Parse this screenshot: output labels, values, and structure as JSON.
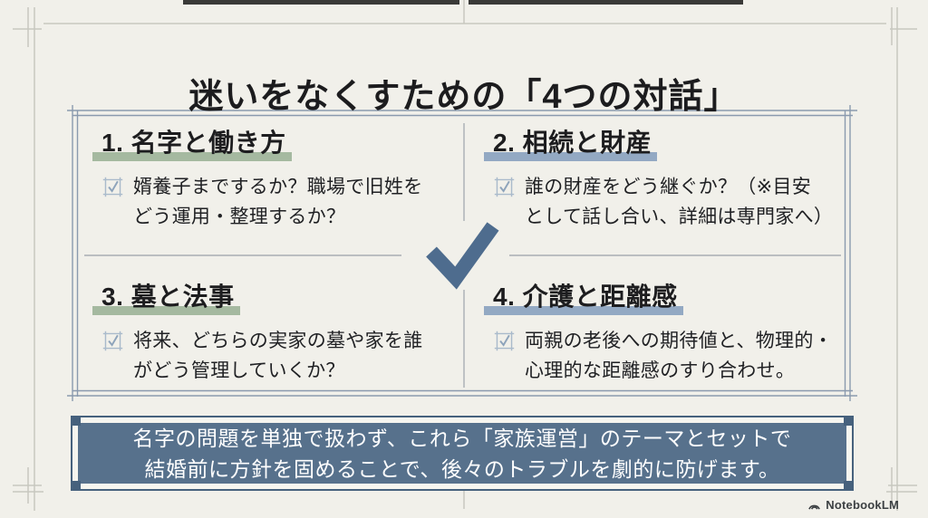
{
  "slide": {
    "title": "迷いをなくすための「4つの対話」",
    "quadrants": [
      {
        "heading": "1. 名字と働き方",
        "accent": "#a5b9a0",
        "lines": [
          "婿養子までするか？職場で旧姓を",
          "どう運用・整理するか？"
        ]
      },
      {
        "heading": "2. 相続と財産",
        "accent": "#93a9c3",
        "lines": [
          "誰の財産をどう継ぐか？（※目安",
          "として話し合い、詳細は専門家へ）"
        ]
      },
      {
        "heading": "3. 墓と法事",
        "accent": "#a5b9a0",
        "lines": [
          "将来、どちらの実家の墓や家を誰",
          "がどう管理していくか？"
        ]
      },
      {
        "heading": "4. 介護と距離感",
        "accent": "#93a9c3",
        "lines": [
          "両親の老後への期待値と、物理的・",
          "心理的な距離感のすり合わせ。"
        ]
      }
    ],
    "banner": {
      "lines": [
        "名字の問題を単独で扱わず、これら「家族運営」のテーマとセットで",
        "結婚前に方針を固めることで、後々のトラブルを劇的に防げます。"
      ]
    },
    "footer": {
      "brand": "NotebookLM"
    },
    "icons": {
      "checkbox": "sketch-checkbox-with-check",
      "center": "large-check-mark",
      "brand": "notebooklm-arc-logo"
    },
    "colors": {
      "background": "#f1f0ea",
      "frame_line": "#c7c7bf",
      "box_border": "#8a9aae",
      "divider": "#a9aeb3",
      "checkmark": "#4e6c8e",
      "green_accent": "#a5b9a0",
      "blue_accent": "#93a9c3",
      "banner_fill": "#57718c",
      "banner_border": "#46617d",
      "banner_text": "#ffffff",
      "text": "#202124"
    }
  }
}
